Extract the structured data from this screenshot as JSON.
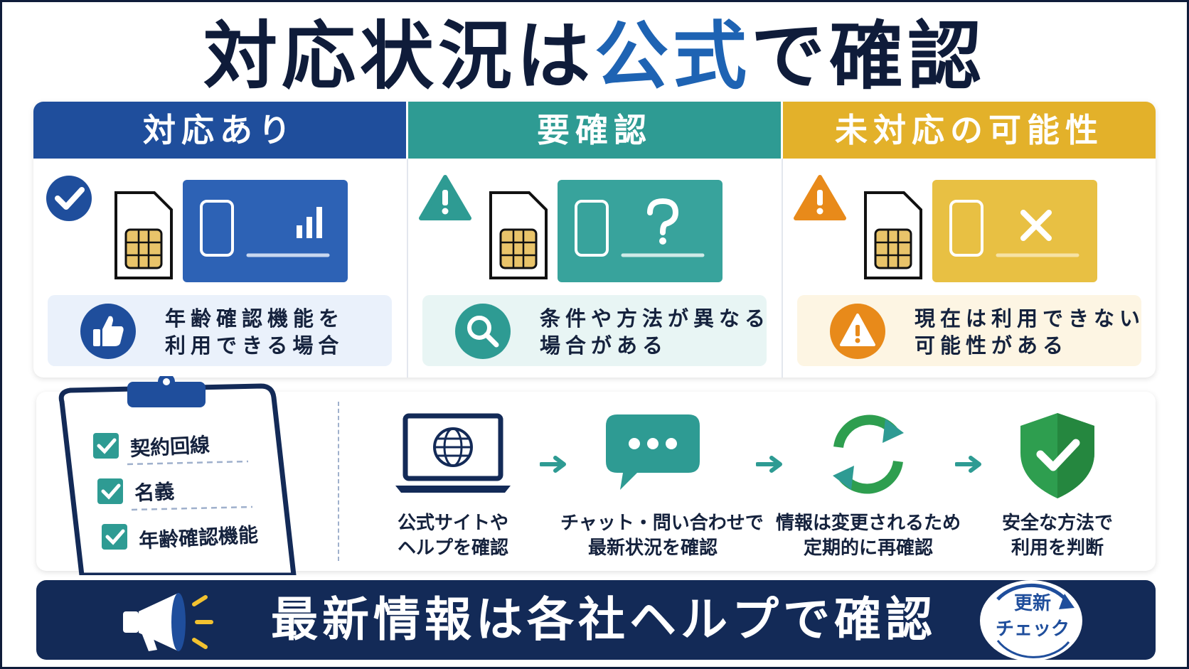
{
  "title": {
    "part1": "対応状況は",
    "accent": "公式",
    "part2": "で確認"
  },
  "cards": [
    {
      "heading": "対応あり",
      "status_icon": "check-circle-icon",
      "panel_icon": "signal-bars-icon",
      "note_icon": "thumbs-up-icon",
      "note_line1": "年齢確認機能を",
      "note_line2": "利用できる場合"
    },
    {
      "heading": "要確認",
      "status_icon": "warning-icon",
      "panel_icon": "question-mark-icon",
      "note_icon": "magnifier-icon",
      "note_line1": "条件や方法が異なる",
      "note_line2": "場合がある"
    },
    {
      "heading": "未対応の可能性",
      "status_icon": "warning-icon",
      "panel_icon": "cross-icon",
      "note_icon": "warning-icon",
      "note_line1": "現在は利用できない",
      "note_line2": "可能性がある"
    }
  ],
  "checklist": [
    "契約回線",
    "名義",
    "年齢確認機能"
  ],
  "steps": [
    {
      "icon": "laptop-globe-icon",
      "line1": "公式サイトや",
      "line2": "ヘルプを確認"
    },
    {
      "icon": "chat-bubble-icon",
      "line1": "チャット・問い合わせで",
      "line2": "最新状況を確認"
    },
    {
      "icon": "refresh-icon",
      "line1": "情報は変更されるため",
      "line2": "定期的に再確認"
    },
    {
      "icon": "shield-check-icon",
      "line1": "安全な方法で",
      "line2": "利用を判断"
    }
  ],
  "banner": {
    "text": "最新情報は各社ヘルプで確認",
    "badge_line1": "更新",
    "badge_line2": "チェック"
  },
  "colors": {
    "navy": "#132a57",
    "blue": "#1f4e9c",
    "teal": "#2e9b93",
    "gold": "#e3b12a",
    "orange": "#e88a1a",
    "green": "#2e9e4f"
  }
}
